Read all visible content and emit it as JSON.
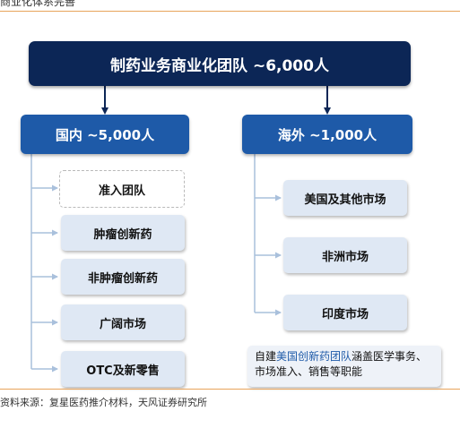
{
  "header": {
    "title": "商业化体系完善"
  },
  "top": {
    "label": "制药业务商业化团队 ~6,000人"
  },
  "domestic": {
    "label": "国内 ~5,000人",
    "items": [
      "准入团队",
      "肿瘤创新药",
      "非肿瘤创新药",
      "广阔市场",
      "OTC及新零售"
    ]
  },
  "overseas": {
    "label": "海外 ~1,000人",
    "items": [
      "美国及其他市场",
      "非洲市场",
      "印度市场"
    ]
  },
  "note": {
    "prefix": "自建",
    "highlight": "美国创新药团队",
    "suffix": "涵盖医学事务、市场准入、销售等职能"
  },
  "source": {
    "text": "资料来源：复星医药推介材料，天风证券研究所"
  },
  "colors": {
    "navy": "#0c2656",
    "blue": "#1e5aa8",
    "leaf": "#dfe8f4",
    "accent_rule": "#e8a35a"
  }
}
